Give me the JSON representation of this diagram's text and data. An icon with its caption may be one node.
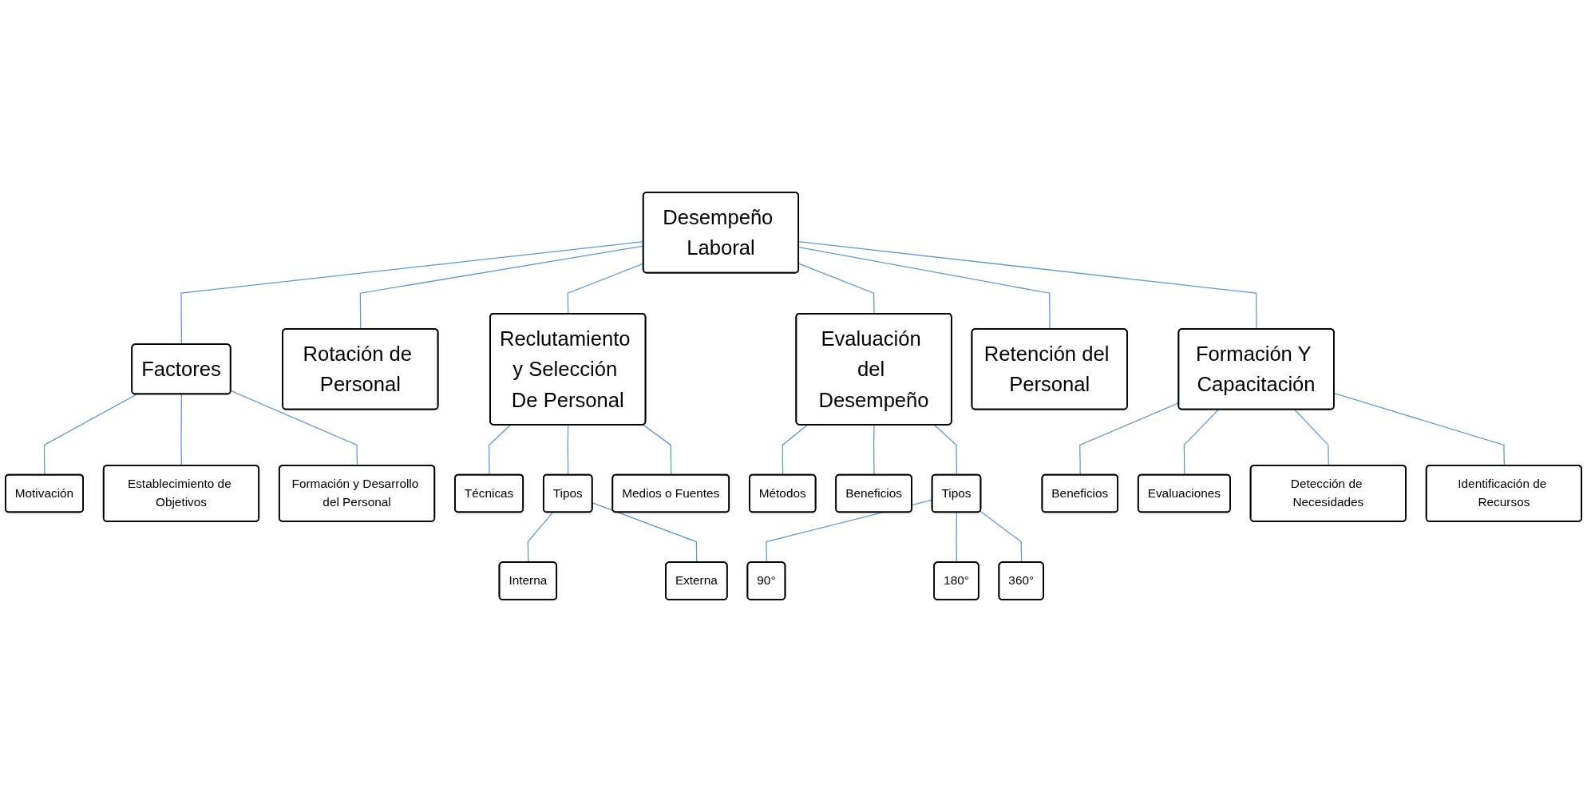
{
  "diagram": {
    "nodes": [
      {
        "text": [
          "Motivación"
        ]
      },
      {
        "text": [
          "Establecimiento de Objetivos"
        ]
      },
      {
        "text": [
          "Formación y Desarrollo del Personal"
        ]
      },
      {
        "text": [
          "Técnicas"
        ]
      },
      {
        "text": [
          "Interna"
        ]
      },
      {
        "text": [
          "Externa"
        ]
      },
      {
        "text": [
          "Tipos"
        ]
      },
      {
        "text": [
          "Rotación de Personal"
        ]
      },
      {
        "text": [
          "Factores"
        ]
      },
      {
        "text": [
          "Reclutamiento y Selección De Personal"
        ]
      },
      {
        "text": [
          "Medios o Fuentes"
        ]
      },
      {
        "text": [
          "Desempeño Laboral"
        ]
      },
      {
        "text": [
          "Métodos"
        ]
      },
      {
        "text": [
          "Evaluación del Desempeño"
        ]
      },
      {
        "text": [
          "Beneficios"
        ]
      },
      {
        "text": [
          "Formación Y Capacitación"
        ]
      },
      {
        "text": [
          "Beneficios"
        ]
      },
      {
        "text": [
          "Evaluaciones"
        ]
      },
      {
        "text": [
          "Tipos"
        ]
      },
      {
        "text": [
          "Retención del Personal"
        ]
      },
      {
        "text": [
          "90°"
        ]
      },
      {
        "text": [
          "180°"
        ]
      },
      {
        "text": [
          "360°"
        ]
      },
      {
        "text": [
          "Detección de Necesidades"
        ]
      },
      {
        "text": [
          "Identificación de Recursos"
        ]
      }
    ],
    "edges": [
      {
        "from": 11,
        "to": 8,
        "arrow": "none"
      },
      {
        "from": 11,
        "to": 7,
        "arrow": "none"
      },
      {
        "from": 11,
        "to": 9,
        "arrow": "none"
      },
      {
        "from": 11,
        "to": 13,
        "arrow": "none"
      },
      {
        "from": 11,
        "to": 19,
        "arrow": "none"
      },
      {
        "from": 11,
        "to": 15,
        "arrow": "none"
      },
      {
        "from": 8,
        "to": 0,
        "arrow": "none"
      },
      {
        "from": 8,
        "to": 1,
        "arrow": "none"
      },
      {
        "from": 8,
        "to": 2,
        "arrow": "none"
      },
      {
        "from": 9,
        "to": 3,
        "arrow": "none"
      },
      {
        "from": 9,
        "to": 6,
        "arrow": "none"
      },
      {
        "from": 6,
        "to": 4,
        "arrow": "none"
      },
      {
        "from": 6,
        "to": 5,
        "arrow": "none"
      },
      {
        "from": 9,
        "to": 10,
        "arrow": "none"
      },
      {
        "from": 13,
        "to": 12,
        "arrow": "none"
      },
      {
        "from": 13,
        "to": 14,
        "arrow": "none"
      },
      {
        "from": 13,
        "to": 18,
        "arrow": "none"
      },
      {
        "from": 18,
        "to": 20,
        "arrow": "none"
      },
      {
        "from": 18,
        "to": 21,
        "arrow": "none"
      },
      {
        "from": 18,
        "to": 22,
        "arrow": "none"
      },
      {
        "from": 15,
        "to": 16,
        "arrow": "none"
      },
      {
        "from": 15,
        "to": 17,
        "arrow": "none"
      },
      {
        "from": 15,
        "to": 23,
        "arrow": "none"
      },
      {
        "from": 15,
        "to": 24,
        "arrow": "none"
      }
    ]
  }
}
